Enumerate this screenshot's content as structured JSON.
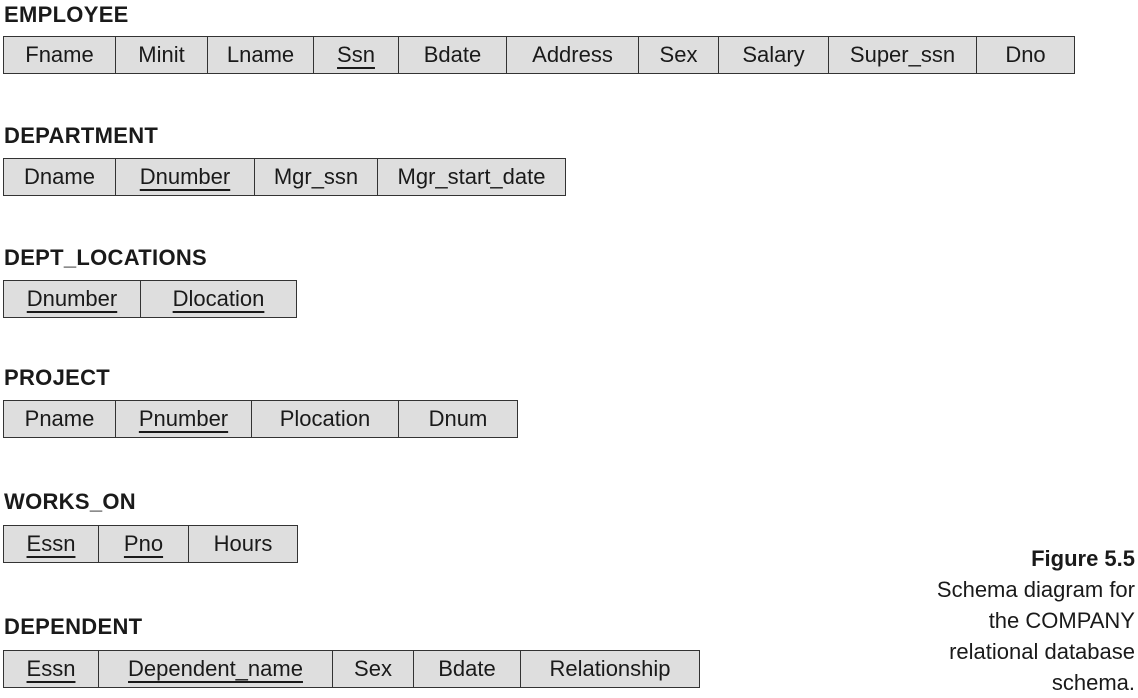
{
  "relations": {
    "employee": {
      "name": "EMPLOYEE",
      "attributes": [
        "Fname",
        "Minit",
        "Lname",
        "Ssn",
        "Bdate",
        "Address",
        "Sex",
        "Salary",
        "Super_ssn",
        "Dno"
      ],
      "primary_key": [
        "Ssn"
      ]
    },
    "department": {
      "name": "DEPARTMENT",
      "attributes": [
        "Dname",
        "Dnumber",
        "Mgr_ssn",
        "Mgr_start_date"
      ],
      "primary_key": [
        "Dnumber"
      ]
    },
    "dept_locations": {
      "name": "DEPT_LOCATIONS",
      "attributes": [
        "Dnumber",
        "Dlocation"
      ],
      "primary_key": [
        "Dnumber",
        "Dlocation"
      ]
    },
    "project": {
      "name": "PROJECT",
      "attributes": [
        "Pname",
        "Pnumber",
        "Plocation",
        "Dnum"
      ],
      "primary_key": [
        "Pnumber"
      ]
    },
    "works_on": {
      "name": "WORKS_ON",
      "attributes": [
        "Essn",
        "Pno",
        "Hours"
      ],
      "primary_key": [
        "Essn",
        "Pno"
      ]
    },
    "dependent": {
      "name": "DEPENDENT",
      "attributes": [
        "Essn",
        "Dependent_name",
        "Sex",
        "Bdate",
        "Relationship"
      ],
      "primary_key": [
        "Essn",
        "Dependent_name"
      ]
    }
  },
  "caption": {
    "label": "Figure 5.5",
    "text": "Schema diagram for the COMPANY relational database schema."
  }
}
